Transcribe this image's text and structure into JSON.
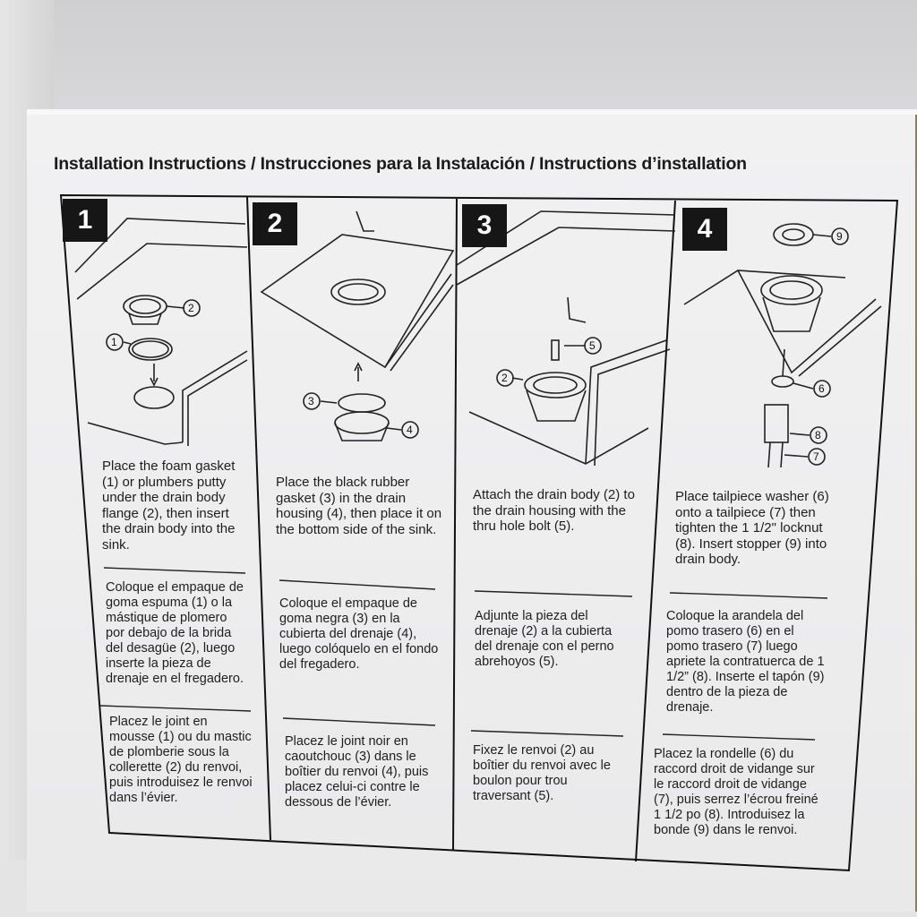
{
  "title": "Installation Instructions / Instrucciones para la Instalación / Instructions d’installation",
  "steps": [
    {
      "number": "1",
      "en": "Place the foam gasket (1) or plumbers putty under the drain body flange (2), then insert the drain body into the sink.",
      "es": "Coloque el empaque de goma espuma (1) o la mástique de plomero por debajo de la brida del desagüe (2), luego inserte la pieza de drenaje en el fregadero.",
      "fr": "Placez le joint en mousse (1) ou du mastic de plomberie sous la collerette (2) du renvoi, puis introduisez le renvoi dans l’évier.",
      "callouts": [
        "1",
        "2"
      ]
    },
    {
      "number": "2",
      "en": "Place the black rubber gasket (3) in the drain housing (4), then place it on the bottom side of the sink.",
      "es": "Coloque el empaque de goma negra (3) en la cubierta del drenaje (4), luego colóquelo en el fondo del fregadero.",
      "fr": "Placez le joint noir en caoutchouc (3) dans le boîtier du renvoi (4), puis placez celui-ci contre le dessous de l’évier.",
      "callouts": [
        "3",
        "4"
      ]
    },
    {
      "number": "3",
      "en": "Attach the drain body (2) to the drain housing with the thru hole bolt (5).",
      "es": "Adjunte la pieza del drenaje (2) a la cubierta del drenaje con el perno abrehoyos (5).",
      "fr": "Fixez le renvoi (2) au boîtier du renvoi avec le boulon pour trou traversant (5).",
      "callouts": [
        "2",
        "5"
      ]
    },
    {
      "number": "4",
      "en": "Place tailpiece washer (6) onto a tailpiece (7) then tighten the 1 1/2\" locknut (8). Insert stopper (9) into drain body.",
      "es": "Coloque la arandela del pomo trasero (6) en el pomo trasero (7) luego apriete la contratuerca de 1 1/2” (8). Inserte el tapón (9) dentro de la pieza de drenaje.",
      "fr": "Placez la rondelle (6) du raccord droit de vidange sur le raccord droit de vidange (7), puis serrez l’écrou freiné 1 1/2 po (8). Introduisez la bonde (9) dans le renvoi.",
      "callouts": [
        "6",
        "7",
        "8",
        "9"
      ]
    }
  ]
}
